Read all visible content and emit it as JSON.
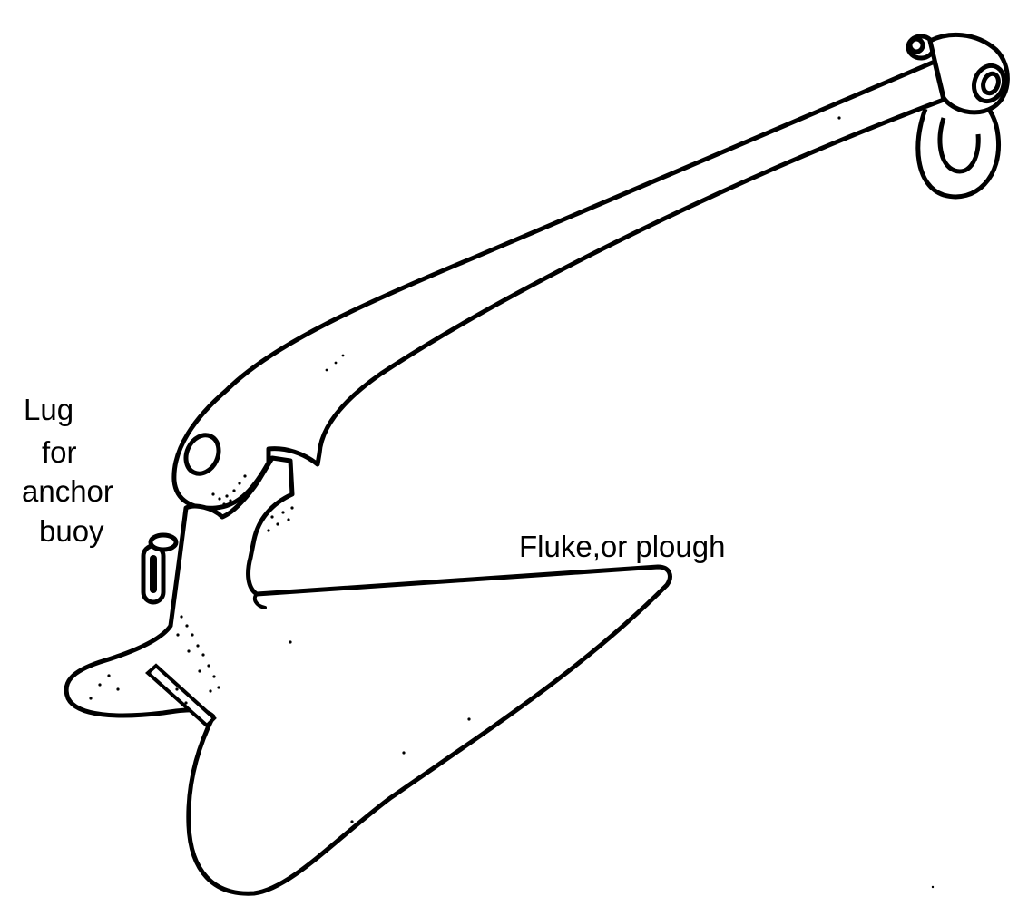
{
  "labels": {
    "lug_line1": "Lug",
    "lug_line2": "for",
    "lug_line3": "anchor",
    "lug_line4": "buoy",
    "fluke": "Fluke,or plough"
  },
  "colors": {
    "ink": "#000000",
    "paper": "#ffffff"
  }
}
